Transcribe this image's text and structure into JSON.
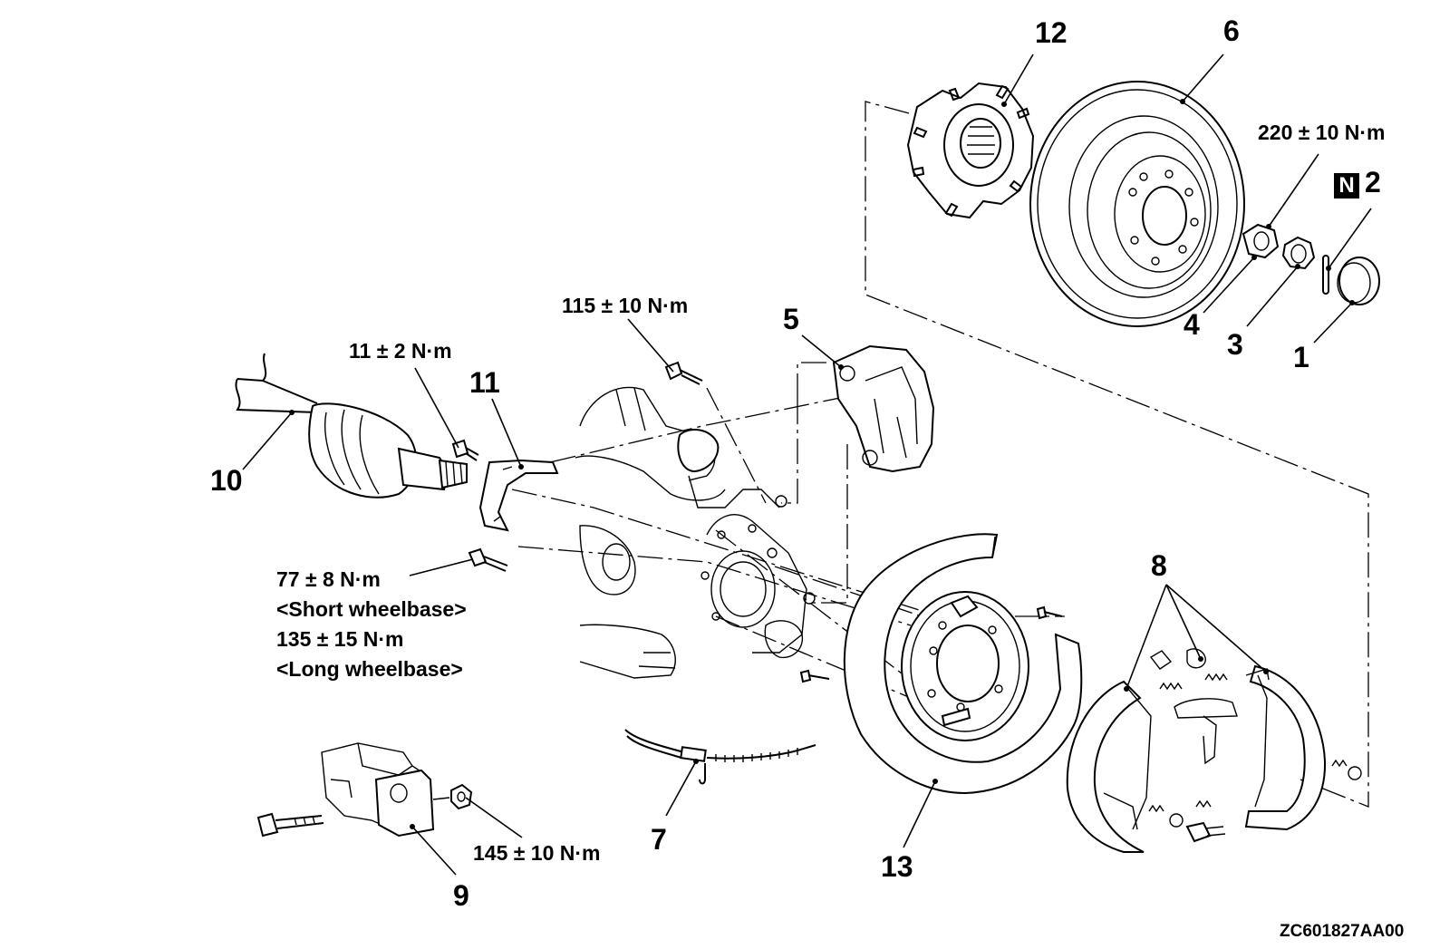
{
  "labels": {
    "p1": "1",
    "p2": "2",
    "p2_mark": "N",
    "p3": "3",
    "p4": "4",
    "p5": "5",
    "p6": "6",
    "p7": "7",
    "p8": "8",
    "p9": "9",
    "p10": "10",
    "p11": "11",
    "p12": "12",
    "p13": "13"
  },
  "torques": {
    "hub_nut": "220 ± 10 N·m",
    "caliper_bolt": "115 ± 10 N·m",
    "driveshaft_bolt": "11 ± 2 N·m",
    "lower_bolt": "77 ± 8 N·m",
    "short_wb": "<Short wheelbase>",
    "lower_bolt_long": "135 ± 15 N·m",
    "long_wb": "<Long wheelbase>",
    "bracket_nut": "145 ± 10 N·m"
  },
  "figure_code": "ZC601827AA00"
}
